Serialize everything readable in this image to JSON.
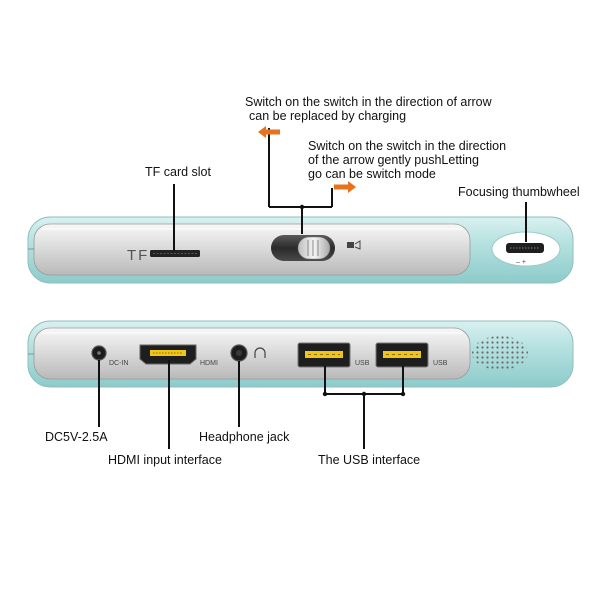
{
  "callouts": {
    "arrow_charge_line1": "Switch on the switch in the direction of arrow",
    "arrow_charge_line2": "can be replaced by charging",
    "arrow_mode_line1": "Switch on the switch in the direction",
    "arrow_mode_line2": "of the arrow gently pushLetting",
    "arrow_mode_line3": "go can be switch mode",
    "tf_card_slot": "TF card slot",
    "focusing_thumbwheel": "Focusing thumbwheel",
    "dc_power": "DC5V-2.5A",
    "hdmi_input": "HDMI input interface",
    "headphone_jack": "Headphone jack",
    "usb_interface": "The USB interface"
  },
  "device_markings": {
    "tf": "TF",
    "dc_in": "DC-IN",
    "hdmi": "HDMI",
    "usb_1": "USB",
    "usb_2": "USB"
  },
  "colors": {
    "shell": "#b4e0df",
    "panel": "#d8d8d8",
    "arrow": "#e8721c",
    "connector_yellow": "#f0c419"
  },
  "icons": {
    "top_switch_symbol": "camera-icon",
    "headphone_symbol": "headphone-icon"
  }
}
